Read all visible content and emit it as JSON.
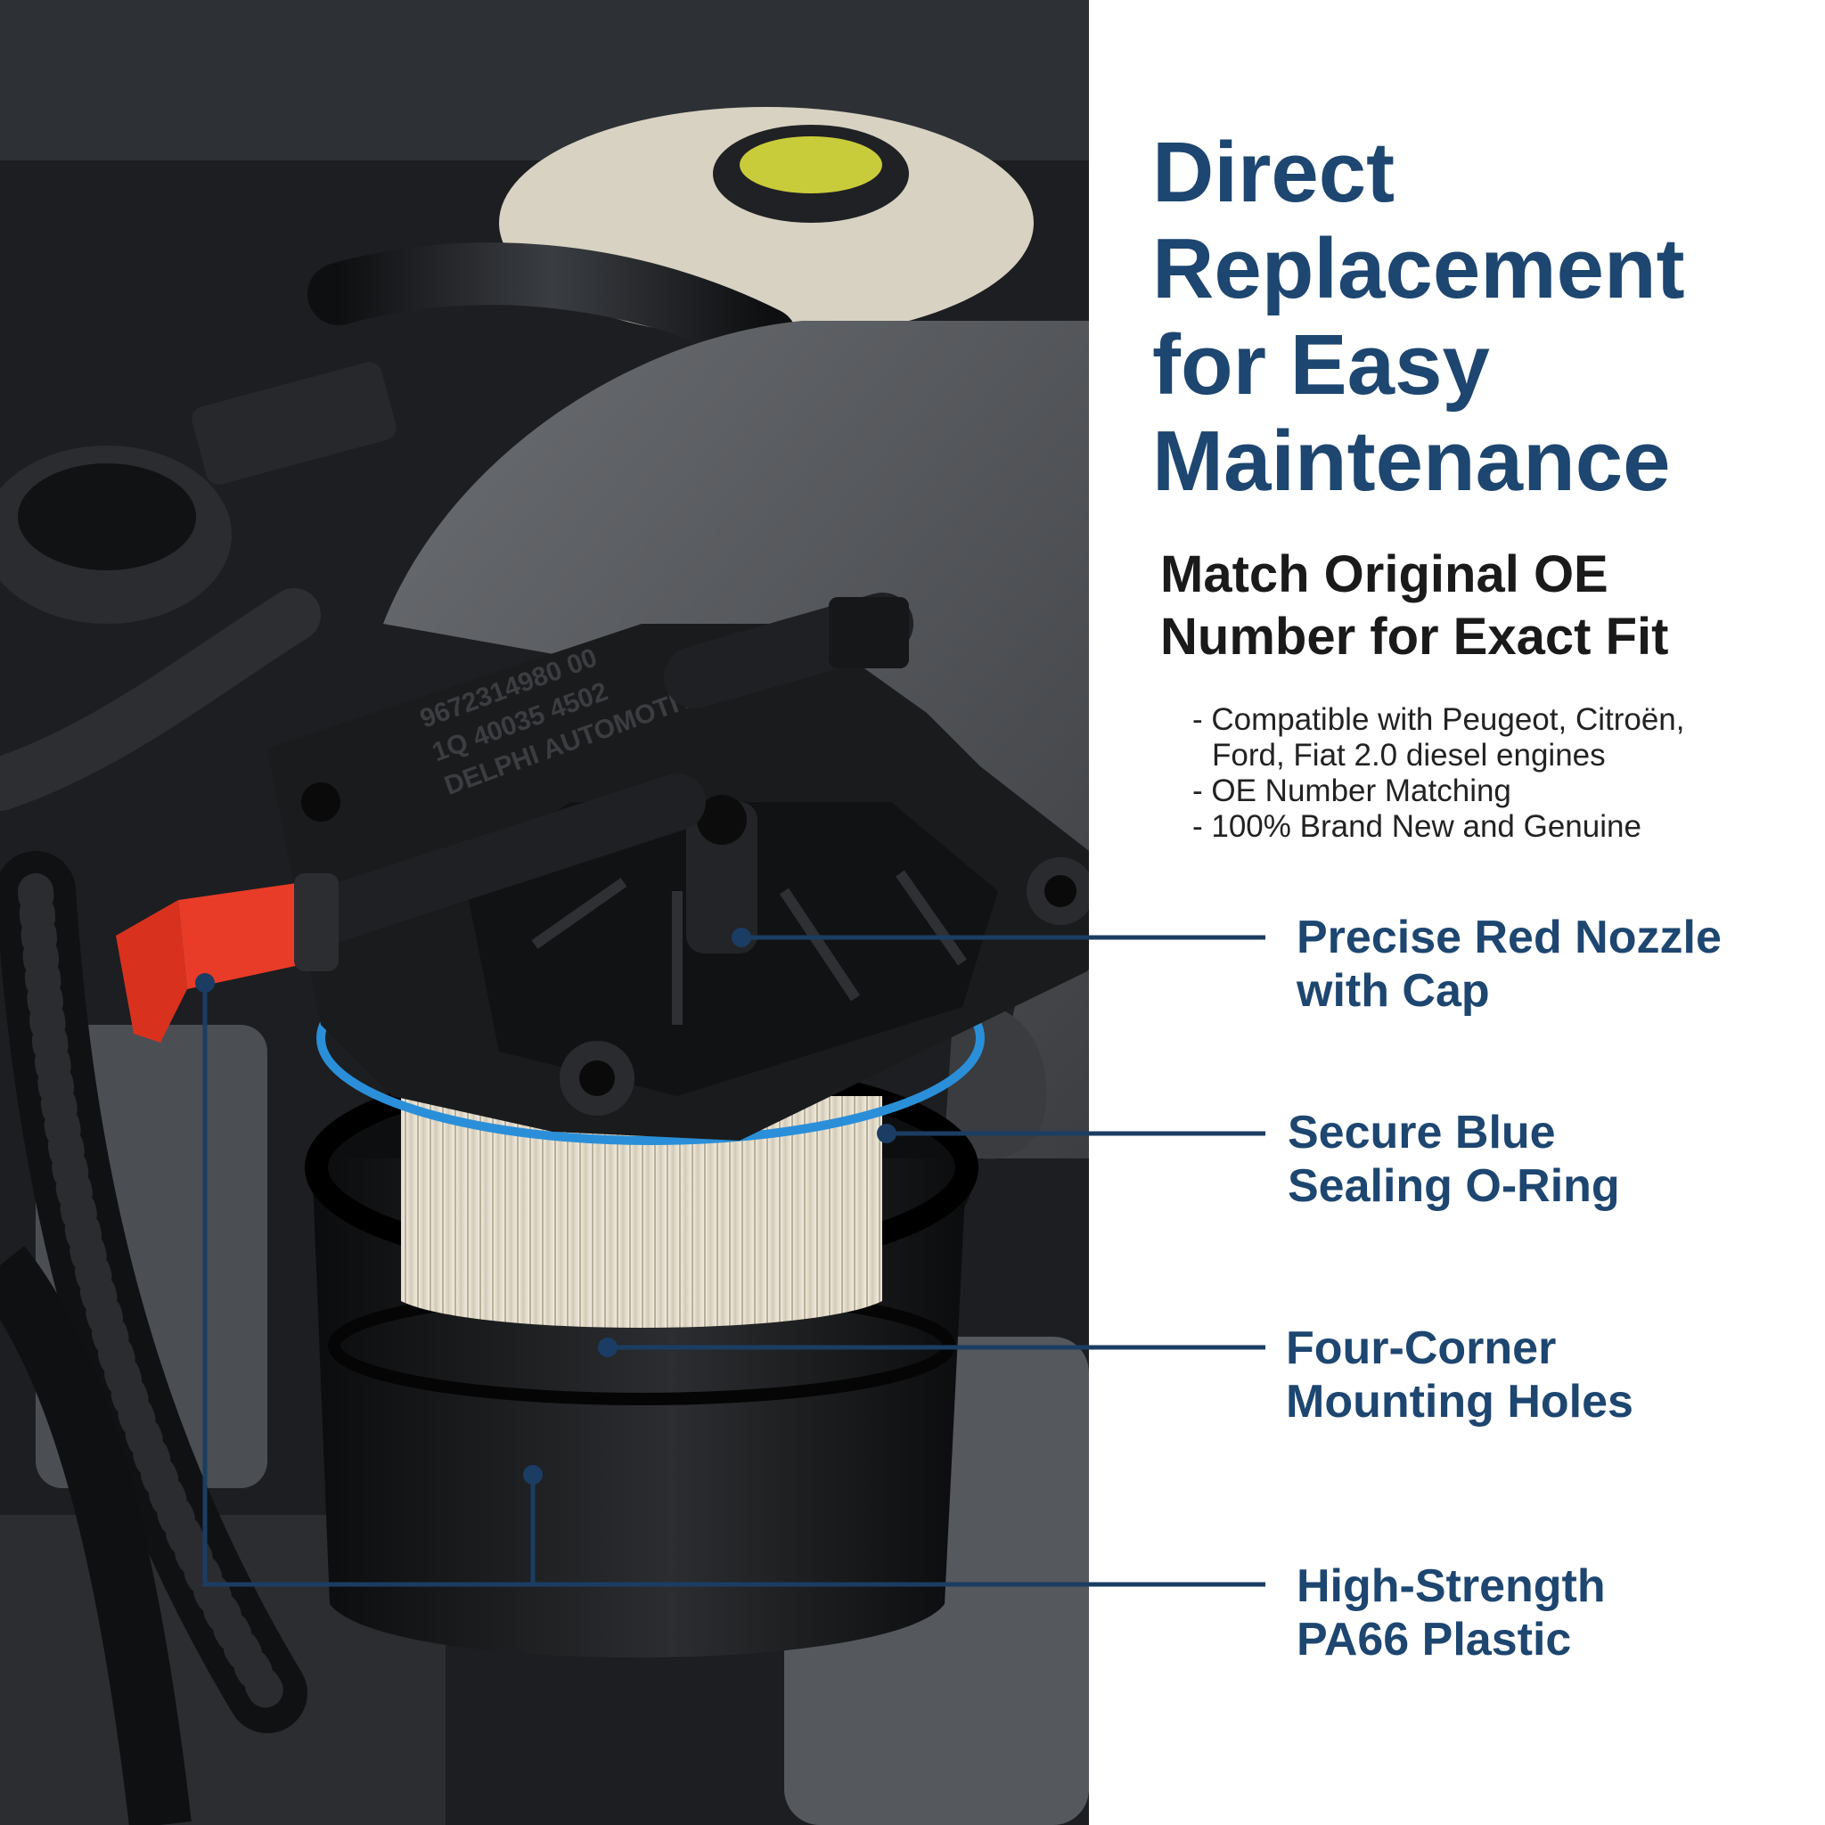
{
  "headline": {
    "line1": "Direct",
    "line2": "Replacement",
    "line3": "for Easy",
    "line4": "Maintenance"
  },
  "subheadline": {
    "line1": "Match Original OE",
    "line2": "Number for Exact Fit"
  },
  "features": {
    "line1": "- Compatible with Peugeot, Citroën,",
    "line2": "Ford, Fiat 2.0 diesel engines",
    "line3": "- OE Number Matching",
    "line4": "- 100% Brand New and Genuine"
  },
  "callouts": {
    "nozzle": {
      "line1": "Precise Red Nozzle",
      "line2": "with Cap"
    },
    "oring": {
      "line1": "Secure Blue",
      "line2": "Sealing O-Ring"
    },
    "holes": {
      "line1": "Four-Corner",
      "line2": "Mounting Holes"
    },
    "plastic": {
      "line1": "High-Strength",
      "line2": "PA66 Plastic"
    }
  },
  "housing_text": {
    "line1": "9672314980 00",
    "line2": "1Q 40035 4502",
    "line3": "DELPHI AUTOMOTIVE"
  },
  "colors": {
    "brand_navy": "#1d4670",
    "callout_line": "#1b3d63",
    "nozzle_red": "#e83c28",
    "oring_blue": "#2a8fd8",
    "filter_paper": "#ece6d8",
    "housing_black": "#1a1b1d"
  }
}
